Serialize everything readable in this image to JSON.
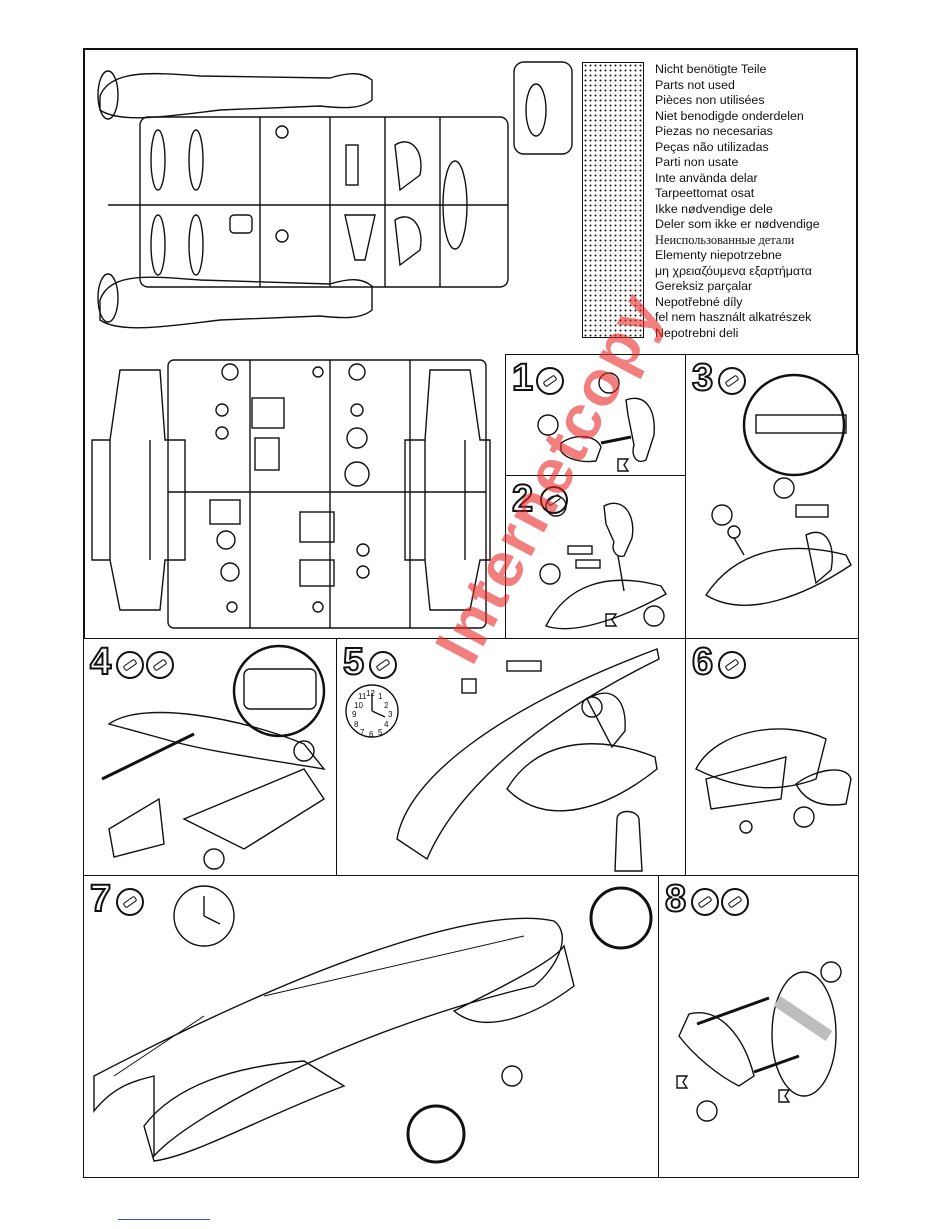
{
  "parts_not_used_labels": [
    "Nicht benötigte Teile",
    "Parts not used",
    "Pièces non utilisées",
    "Niet benodigde onderdelen",
    "Piezas no necesarias",
    "Peças não utilizadas",
    "Parti non usate",
    "Inte använda delar",
    "Tarpeettomat osat",
    "Ikke nødvendige dele",
    "Deler som ikke er nødvendige",
    "Неиспользованные детали",
    "Elementy niepotrzebne",
    "μη χρειαζόυμενα εξαρτήματα",
    "Gereksiz parçalar",
    "Nepotřebné díly",
    "fel nem használt alkatrészek",
    "Nepotrebni deli"
  ],
  "steps": [
    {
      "number": "1"
    },
    {
      "number": "2"
    },
    {
      "number": "3"
    },
    {
      "number": "4"
    },
    {
      "number": "5"
    },
    {
      "number": "6"
    },
    {
      "number": "7"
    },
    {
      "number": "8"
    }
  ],
  "clock_numbers": [
    "12",
    "1",
    "2",
    "3",
    "4",
    "5",
    "6",
    "7",
    "8",
    "9",
    "10",
    "11"
  ],
  "watermark": "Internetcopy",
  "colors": {
    "line": "#111111",
    "watermark": "#eb2828",
    "grey_strip": "#bdbdbd"
  }
}
